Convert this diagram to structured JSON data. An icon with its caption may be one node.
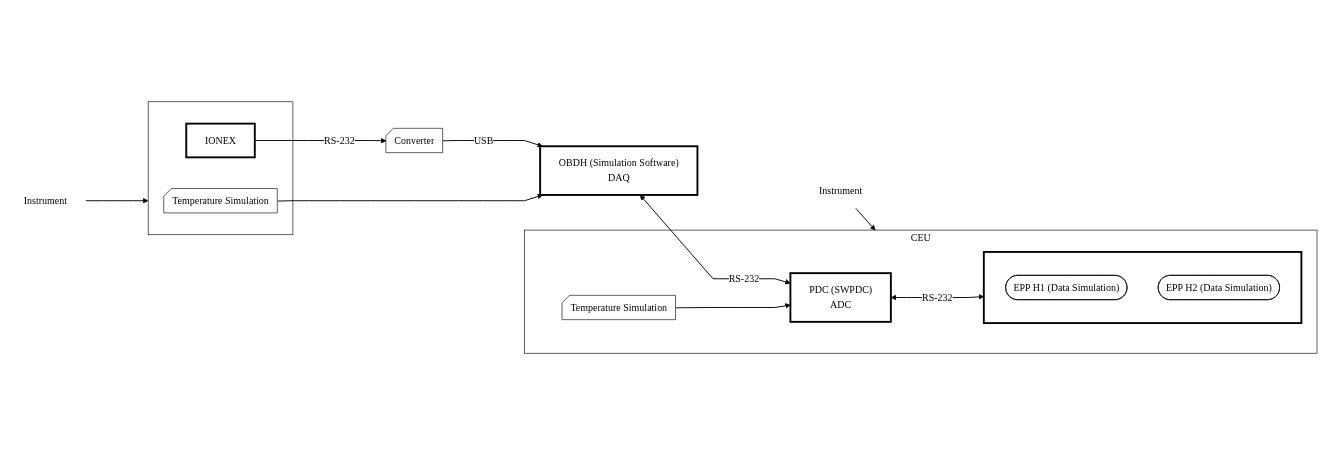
{
  "diagram": {
    "nodes": [
      {
        "text": [
          "Instrument"
        ]
      },
      {
        "text": [
          "OBDH (Simulation Software)",
          "DAQ"
        ]
      },
      {
        "text": [
          "Converter"
        ]
      },
      {
        "text": [],
        "shape": "box"
      },
      {
        "text": [
          "Temperature Simulation"
        ],
        "in": 3
      },
      {
        "text": [
          "IONEX"
        ],
        "in": 3
      },
      {
        "text": [
          "Instrument"
        ]
      },
      {
        "text": [
          "CEU"
        ]
      },
      {
        "text": [
          "PDC (SWPDC)",
          "ADC"
        ],
        "in": 7
      },
      {
        "text": [
          "Temperature Simulation"
        ],
        "in": 7
      },
      {
        "text": [],
        "shape": "box",
        "in": 7
      },
      {
        "text": [
          "EPP H1 (Data Simulation)"
        ],
        "in": 10
      },
      {
        "text": [
          "EPP H2 (Data Simulation)"
        ],
        "in": 10
      }
    ],
    "edges": [
      {
        "from": 0,
        "to": 7,
        "arrow": "to"
      },
      {
        "from": 1,
        "to": 8,
        "label": "RS-232",
        "arrow": "both"
      },
      {
        "from": 8,
        "to": 10,
        "label": "RS-232",
        "arrow": "both"
      },
      {
        "from": 2,
        "to": 1,
        "label": "USB",
        "arrow": "to"
      },
      {
        "from": 4,
        "to": 1,
        "arrow": "to"
      },
      {
        "from": 5,
        "to": 2,
        "label": "RS-232",
        "arrow": "to"
      },
      {
        "from": 6,
        "to": 3,
        "arrow": "to"
      },
      {
        "from": 9,
        "to": 8,
        "arrow": "to"
      }
    ]
  }
}
